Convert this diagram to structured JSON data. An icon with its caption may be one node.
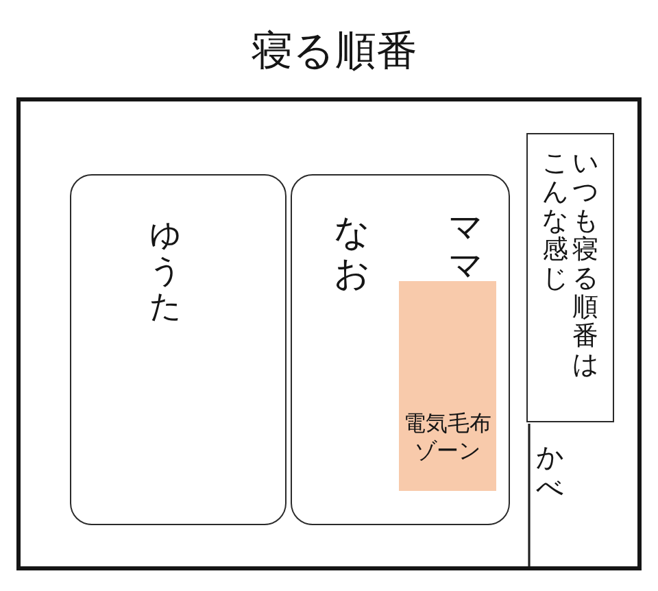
{
  "diagram": {
    "title": "寝る順番",
    "nodes": [
      {
        "text": [
          "ゆうた"
        ]
      },
      {
        "text": [
          "なお",
          "ママ"
        ]
      },
      {
        "text": [
          "電気毛布ゾーン"
        ],
        "in": 1
      },
      {
        "text": [
          "いつも寝る順番はこんな感じ"
        ]
      }
    ],
    "labels": [
      "かべ"
    ]
  }
}
